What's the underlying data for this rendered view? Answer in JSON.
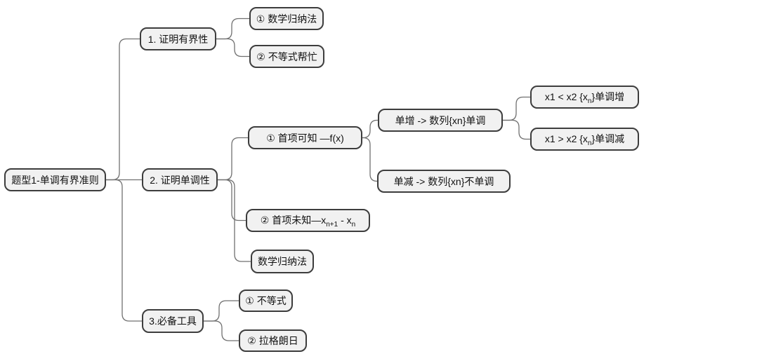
{
  "diagram": {
    "type": "mindmap",
    "colors": {
      "background": "#ffffff",
      "node_fill": "#f1f1f1",
      "node_border": "#3d3d3d",
      "connector": "#707070",
      "text": "#111111"
    },
    "nodes": {
      "root": {
        "label": "题型1-单调有界准则"
      },
      "prove_boundedness": {
        "label": "1. 证明有界性"
      },
      "math_induction_1": {
        "label": "① 数学归纳法"
      },
      "inequality_help": {
        "label": "② 不等式帮忙"
      },
      "prove_monotonicity": {
        "label": "2. 证明单调性"
      },
      "first_term_known": {
        "label": "① 首项可知 —f(x)"
      },
      "mono_increase": {
        "label": "单增 -> 数列{xn}单调"
      },
      "x1_lt_x2": {
        "label_parts": [
          {
            "t": "x1 < x2 {x"
          },
          {
            "t": "n",
            "sub": true
          },
          {
            "t": "}单调增"
          }
        ]
      },
      "x1_gt_x2": {
        "label_parts": [
          {
            "t": "x1 > x2 {x"
          },
          {
            "t": "n",
            "sub": true
          },
          {
            "t": "}单调减"
          }
        ]
      },
      "mono_decrease": {
        "label": "单减 -> 数列{xn}不单调"
      },
      "first_term_unknown": {
        "label_parts": [
          {
            "t": "② 首项未知—x"
          },
          {
            "t": "n+1",
            "sub": true
          },
          {
            "t": " - x"
          },
          {
            "t": "n",
            "sub": true
          }
        ]
      },
      "math_induction_2": {
        "label": "数学归纳法"
      },
      "essential_tools": {
        "label": "3.必备工具"
      },
      "inequality_tool": {
        "label": "① 不等式"
      },
      "lagrange": {
        "label": "② 拉格朗日"
      }
    },
    "structure": {
      "root": [
        "prove_boundedness",
        "prove_monotonicity",
        "essential_tools"
      ],
      "prove_boundedness": [
        "math_induction_1",
        "inequality_help"
      ],
      "prove_monotonicity": [
        "first_term_known",
        "first_term_unknown",
        "math_induction_2"
      ],
      "first_term_known": [
        "mono_increase",
        "mono_decrease"
      ],
      "mono_increase": [
        "x1_lt_x2",
        "x1_gt_x2"
      ],
      "essential_tools": [
        "inequality_tool",
        "lagrange"
      ]
    }
  }
}
